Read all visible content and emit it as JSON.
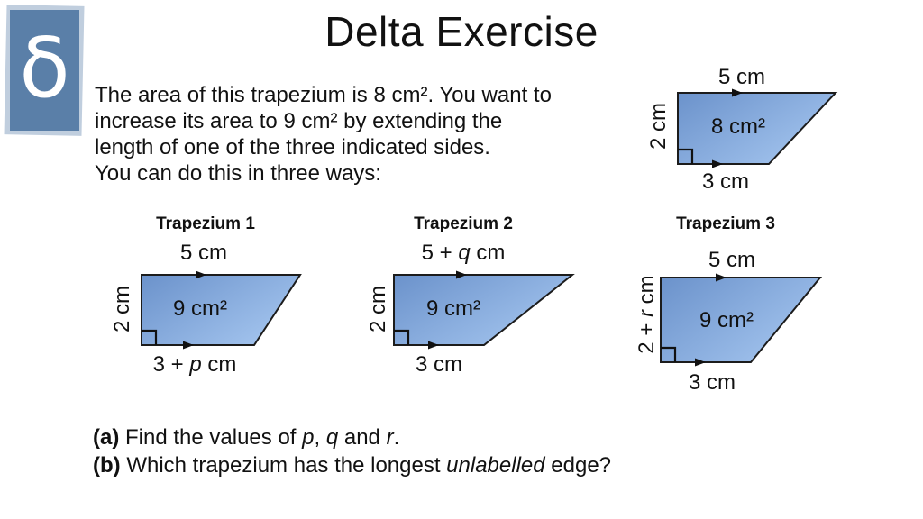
{
  "page": {
    "title": "Delta Exercise"
  },
  "logo": {
    "glyph": "δ"
  },
  "colors": {
    "logo_blue": "#5a7fa8",
    "shape_fill_dark": "#6b92cb",
    "shape_fill_light": "#a3c4ee",
    "shape_stroke": "#1c1c1c",
    "text": "#111111"
  },
  "intro": {
    "lines": [
      "The area of this trapezium is 8 cm². You want to",
      "increase its area to 9 cm² by extending the",
      "length of one of the three indicated sides.",
      "You can do this in three ways:"
    ]
  },
  "figures": {
    "original": {
      "top": {
        "pre": "5 cm",
        "var": "",
        "post": ""
      },
      "left": {
        "pre": "2 cm",
        "var": "",
        "post": ""
      },
      "area": {
        "pre": "8 cm²",
        "var": "",
        "post": ""
      },
      "bottom": {
        "pre": "3 cm",
        "var": "",
        "post": ""
      }
    },
    "t1": {
      "title": "Trapezium 1",
      "top": {
        "pre": "5 cm",
        "var": "",
        "post": ""
      },
      "left": {
        "pre": "2 cm",
        "var": "",
        "post": ""
      },
      "area": {
        "pre": "9 cm²",
        "var": "",
        "post": ""
      },
      "bottom": {
        "pre": "3 + ",
        "var": "p",
        "post": " cm"
      }
    },
    "t2": {
      "title": "Trapezium 2",
      "top": {
        "pre": "5 + ",
        "var": "q",
        "post": " cm"
      },
      "left": {
        "pre": "2 cm",
        "var": "",
        "post": ""
      },
      "area": {
        "pre": "9 cm²",
        "var": "",
        "post": ""
      },
      "bottom": {
        "pre": "3 cm",
        "var": "",
        "post": ""
      }
    },
    "t3": {
      "title": "Trapezium 3",
      "top": {
        "pre": "5 cm",
        "var": "",
        "post": ""
      },
      "left": {
        "pre": "2 + ",
        "var": "r",
        "post": " cm"
      },
      "area": {
        "pre": "9 cm²",
        "var": "",
        "post": ""
      },
      "bottom": {
        "pre": "3 cm",
        "var": "",
        "post": ""
      }
    }
  },
  "questions": {
    "a": {
      "parts": [
        "(a)",
        " Find the values of ",
        "p",
        ", ",
        "q",
        " and ",
        "r",
        "."
      ]
    },
    "b": {
      "parts": [
        "(b)",
        " Which trapezium has the longest ",
        "unlabelled",
        " edge?"
      ]
    }
  }
}
